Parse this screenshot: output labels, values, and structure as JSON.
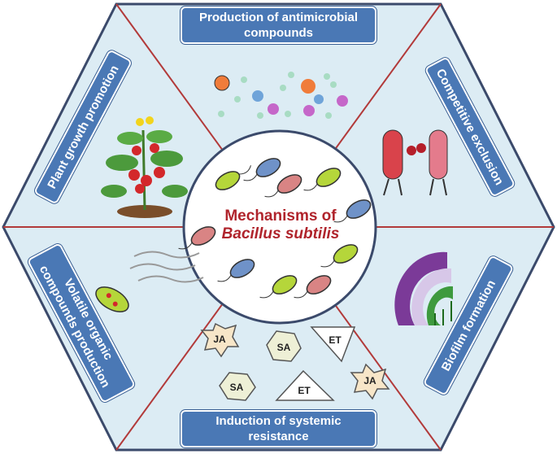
{
  "center": {
    "title_line1": "Mechanisms of",
    "title_line2": "Bacillus subtilis"
  },
  "segments": {
    "top": "Production of antimicrobial compounds",
    "upper_right": "Competitive exclusion",
    "lower_right": "Biofilm formation",
    "bottom": "Induction of systemic resistance",
    "lower_left": "Volatile organic compounds production",
    "upper_left": "Plant growth promotion"
  },
  "signals": {
    "ja_1": "JA",
    "sa_1": "SA",
    "et_1": "ET",
    "sa_2": "SA",
    "et_2": "ET",
    "ja_2": "JA"
  },
  "colors": {
    "hexagon_fill": "#dcecf4",
    "divider_lines": "#b23a3a",
    "label_box": "#4a78b5",
    "center_text": "#b0242c"
  }
}
